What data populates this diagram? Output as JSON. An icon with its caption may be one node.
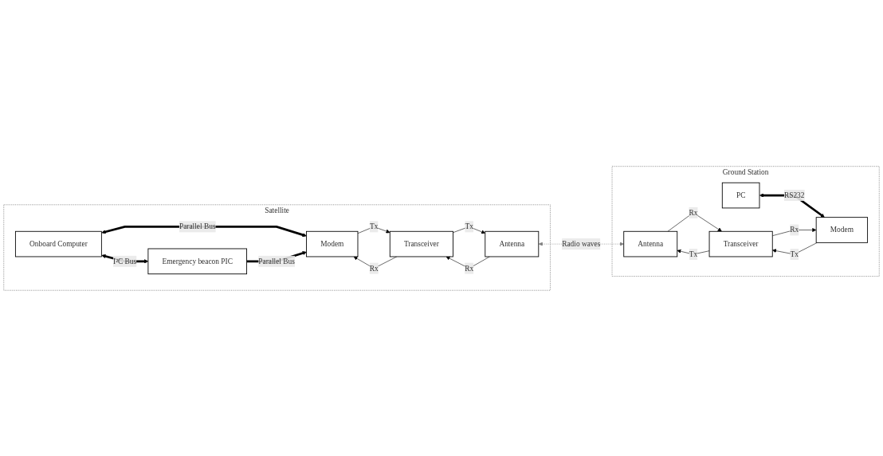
{
  "diagram": {
    "nodes": [
      {
        "text": [
          "Satellite"
        ]
      },
      {
        "text": [
          "Onboard Computer"
        ],
        "in": 0
      },
      {
        "text": [
          "Modem"
        ],
        "in": 0
      },
      {
        "text": [
          "Transceiver"
        ],
        "in": 0
      },
      {
        "text": [
          "Antenna"
        ],
        "in": 0
      },
      {
        "text": [
          "Emergency beacon PIC"
        ],
        "in": 0
      },
      {
        "text": [
          "Ground Station"
        ]
      },
      {
        "text": [
          "PC"
        ],
        "in": 6
      },
      {
        "text": [
          "Modem"
        ],
        "in": 6
      },
      {
        "text": [
          "Transceiver"
        ],
        "in": 6
      },
      {
        "text": [
          "Antenna"
        ],
        "in": 6
      }
    ],
    "edges": [
      {
        "from": 1,
        "to": 2,
        "arrow": "both",
        "label": "Parallel Bus",
        "style": "thick"
      },
      {
        "from": 3,
        "to": 2,
        "arrow": "to",
        "label": "Rx"
      },
      {
        "from": 2,
        "to": 3,
        "arrow": "to",
        "label": "Tx"
      },
      {
        "from": 4,
        "to": 3,
        "arrow": "to",
        "label": "Rx"
      },
      {
        "from": 3,
        "to": 4,
        "arrow": "to",
        "label": "Tx"
      },
      {
        "from": 1,
        "to": 5,
        "arrow": "both",
        "label": "I²C Bus",
        "style": "thick"
      },
      {
        "from": 5,
        "to": 2,
        "arrow": "to",
        "label": "Parallel Bus",
        "style": "thick"
      },
      {
        "from": 4,
        "to": 10,
        "arrow": "both",
        "label": "Radio waves",
        "style": "dashed",
        "color": "#808080"
      },
      {
        "from": 7,
        "to": 8,
        "arrow": "both",
        "label": "RS232",
        "style": "thick"
      },
      {
        "from": 9,
        "to": 8,
        "arrow": "to",
        "label": "Rx"
      },
      {
        "from": 8,
        "to": 9,
        "arrow": "to",
        "label": "Tx"
      },
      {
        "from": 10,
        "to": 9,
        "arrow": "to",
        "label": "Rx"
      },
      {
        "from": 9,
        "to": 10,
        "arrow": "to",
        "label": "Tx"
      }
    ]
  }
}
